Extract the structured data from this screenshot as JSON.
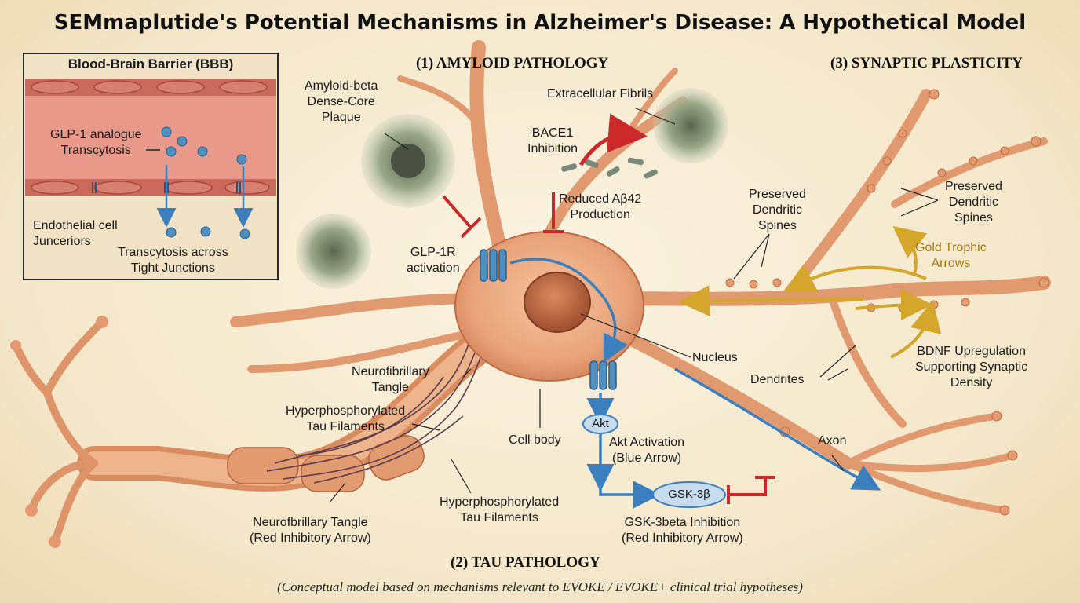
{
  "title": "SEMmaplutide's Potential Mechanisms in Alzheimer's Disease: A Hypothetical Model",
  "sections": {
    "amyloid": "(1) AMYLOID PATHOLOGY",
    "tau": "(2) TAU PATHOLOGY",
    "synaptic": "(3) SYNAPTIC PLASTICITY"
  },
  "caption": "(Conceptual model based on mechanisms relevant to EVOKE / EVOKE+ clinical trial hypotheses)",
  "bbb_inset": {
    "title": "Blood-Brain Barrier (BBB)",
    "glp1_label": [
      "GLP-1 analogue",
      "Transcytosis"
    ],
    "junction_label": [
      "Endothelial cell",
      "Junceriors"
    ],
    "transcytosis_label": [
      "Transcytosis across",
      "Tight Junctions"
    ]
  },
  "labels": {
    "plaque": [
      "Amyloid-beta",
      "Dense-Core",
      "Plaque"
    ],
    "fibrils": "Extracellular Fibrils",
    "bace1": [
      "BACE1",
      "Inhibition"
    ],
    "reduced_ab": [
      "Reduced Aβ42",
      "Production"
    ],
    "glp1r": [
      "GLP-1R",
      "activation"
    ],
    "preserved_spines_left": [
      "Preserved",
      "Dendritic",
      "Spines"
    ],
    "preserved_spines_right": [
      "Preserved",
      "Dendritic",
      "Spines"
    ],
    "gold_arrows": [
      "Gold Trophic",
      "Arrows"
    ],
    "nucleus": "Nucleus",
    "dendrites": "Dendrites",
    "bdnf": [
      "BDNF Upregulation",
      "Supporting Synaptic",
      "Density"
    ],
    "nft_top": [
      "Neurofibrillary",
      "Tangle"
    ],
    "hyper_top": [
      "Hyperphosphorylated",
      "Tau Filaments"
    ],
    "cell_body": "Cell body",
    "akt_badge": "Akt",
    "akt_activation": [
      "Akt Activation",
      "(Blue Arrow)"
    ],
    "axon": "Axon",
    "gsk_badge": "GSK-3β",
    "gsk_inhibition": [
      "GSK-3beta Inhibition",
      "(Red Inhibitory Arrow)"
    ],
    "hyper_bottom": [
      "Hyperphosphorylated",
      "Tau Filaments"
    ],
    "nft_bottom": [
      "Neurofbrillary Tangle",
      "(Red Inhibitory Arrow)"
    ]
  },
  "colors": {
    "neuron": "#e8a37a",
    "neuron_dark": "#c9754c",
    "signal_blue": "#3b7fbf",
    "inhibit_red": "#cc2a2a",
    "trophic_gold": "#d4a72c",
    "plaque": "#8a9a7a"
  }
}
